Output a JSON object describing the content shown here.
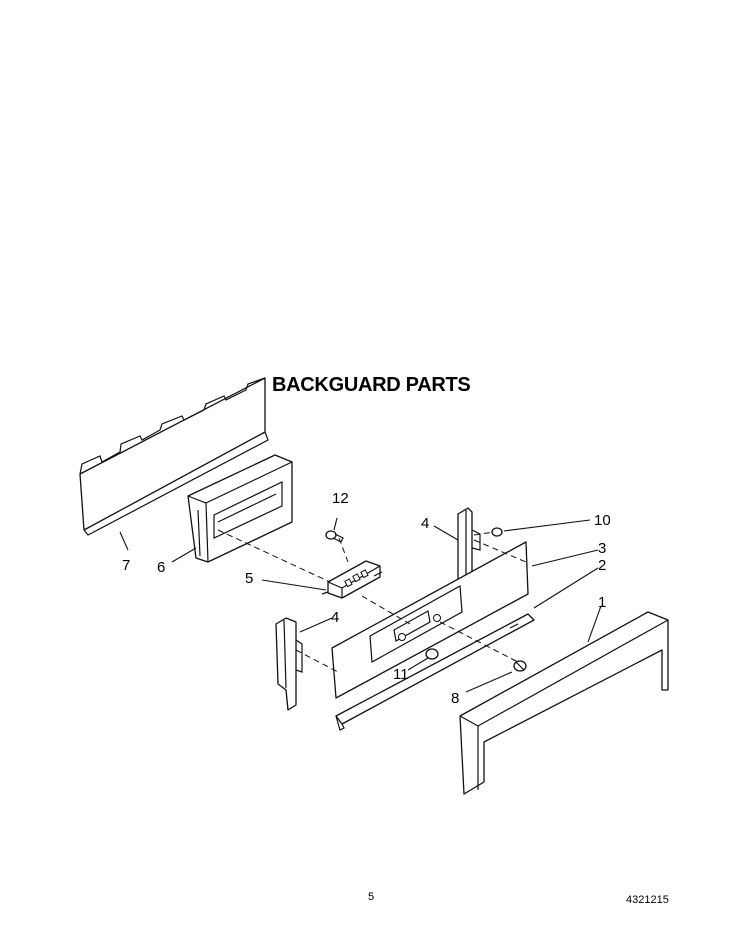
{
  "title": "BACKGUARD PARTS",
  "callouts": {
    "c1": "1",
    "c2": "2",
    "c3": "3",
    "c4_upper": "4",
    "c4_lower": "4",
    "c5": "5",
    "c6": "6",
    "c7": "7",
    "c8": "8",
    "c10": "10",
    "c11": "11",
    "c12": "12"
  },
  "footer": {
    "page_number": "5",
    "document_number": "4321215"
  }
}
